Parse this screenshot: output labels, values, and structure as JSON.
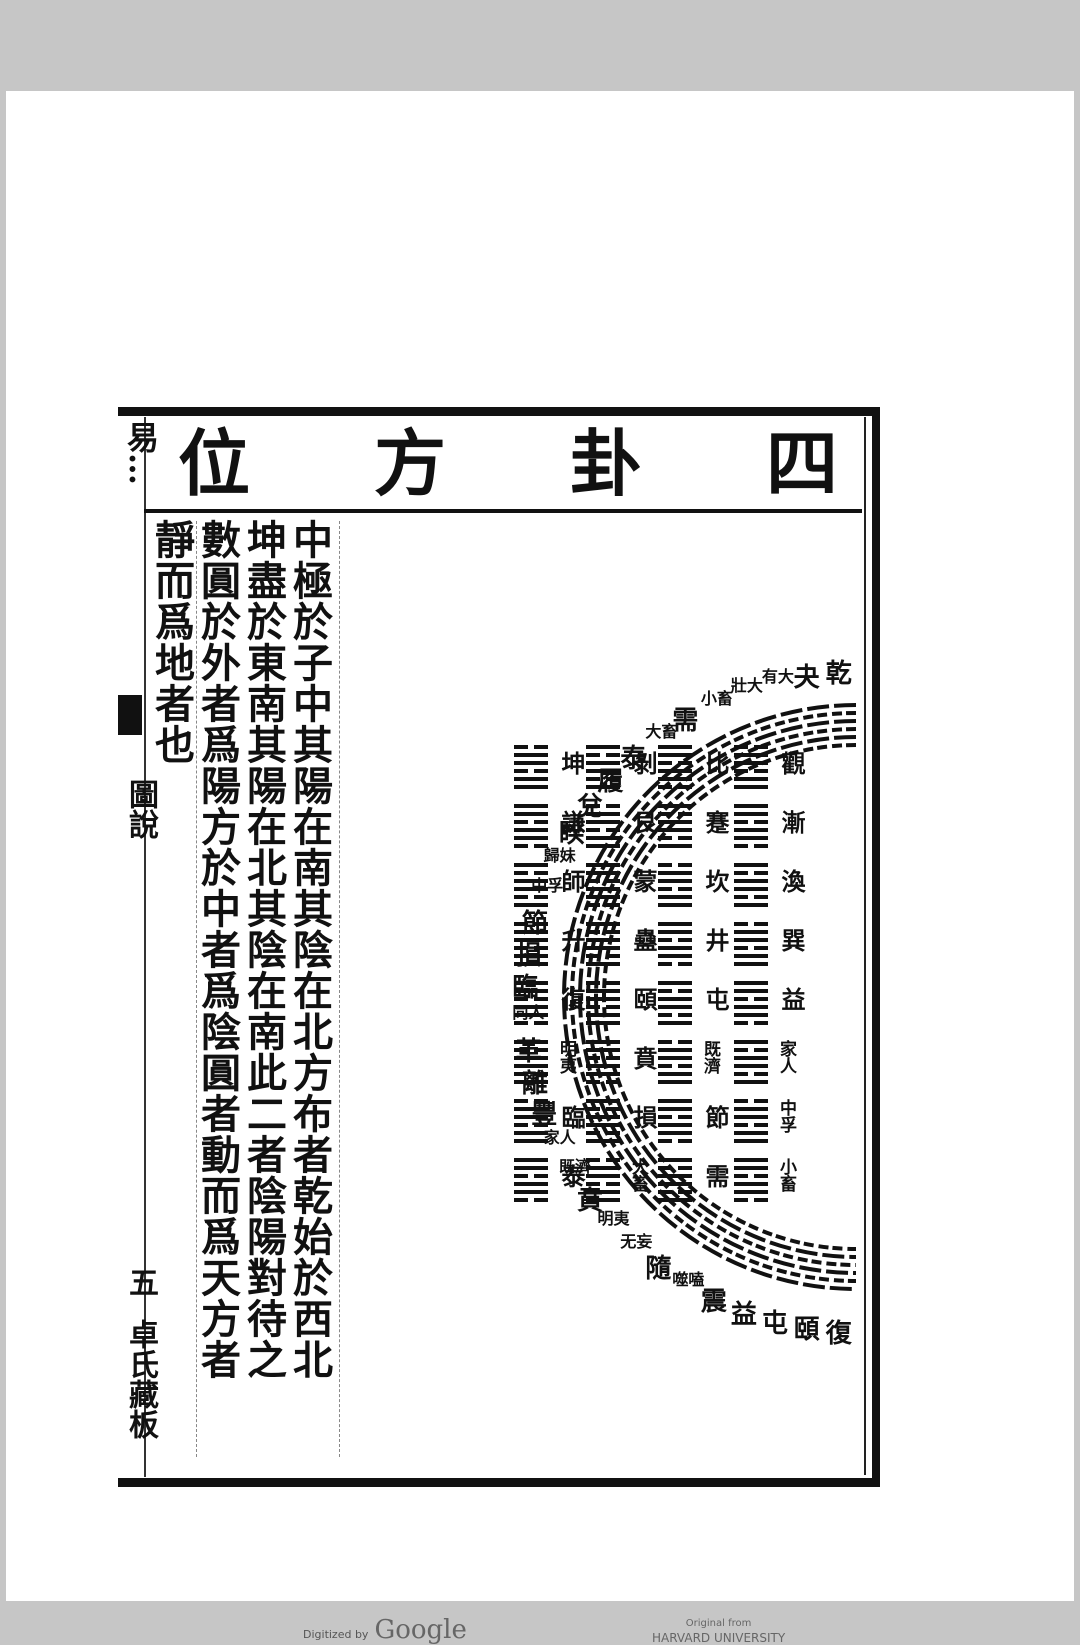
{
  "title": [
    "四",
    "卦",
    "方",
    "位"
  ],
  "body_columns": [
    "中極於子中其陽在南其陰在北方布者乾始於西北",
    "坤盡於東南其陽在北其陰在南此二者陰陽對待之",
    "數圓於外者爲陽方於中者爲陰圓者動而爲天方者",
    "靜而爲地者也"
  ],
  "margin": {
    "top": "易…",
    "section": "圖說",
    "page_num": "五",
    "publisher": "卓氏藏板"
  },
  "ring_labels": [
    "乾",
    "夬",
    "有大",
    "壯大",
    "小畜",
    "需",
    "大畜",
    "泰",
    "履",
    "兌",
    "睽",
    "歸妹",
    "中孚",
    "節",
    "損",
    "臨",
    "同人",
    "革",
    "離",
    "豐",
    "家人",
    "既濟",
    "賁",
    "明夷",
    "无妄",
    "隨",
    "噬嗑",
    "震",
    "益",
    "屯",
    "頤",
    "復"
  ],
  "grid_rows": [
    [
      "觀",
      "比",
      "剝",
      "坤"
    ],
    [
      "漸",
      "蹇",
      "艮",
      "謙"
    ],
    [
      "渙",
      "坎",
      "蒙",
      "師"
    ],
    [
      "巽",
      "井",
      "蠱",
      "升"
    ],
    [
      "益",
      "屯",
      "頤",
      "復"
    ],
    [
      "家人",
      "既濟",
      "賁",
      "明夷"
    ],
    [
      "中孚",
      "節",
      "損",
      "臨"
    ],
    [
      "小畜",
      "需",
      "大畜",
      "泰"
    ]
  ],
  "footer": {
    "digitized_prefix": "Digitized by",
    "digitized_brand": "Google",
    "original_from": "Original from",
    "institution": "HARVARD UNIVERSITY"
  }
}
